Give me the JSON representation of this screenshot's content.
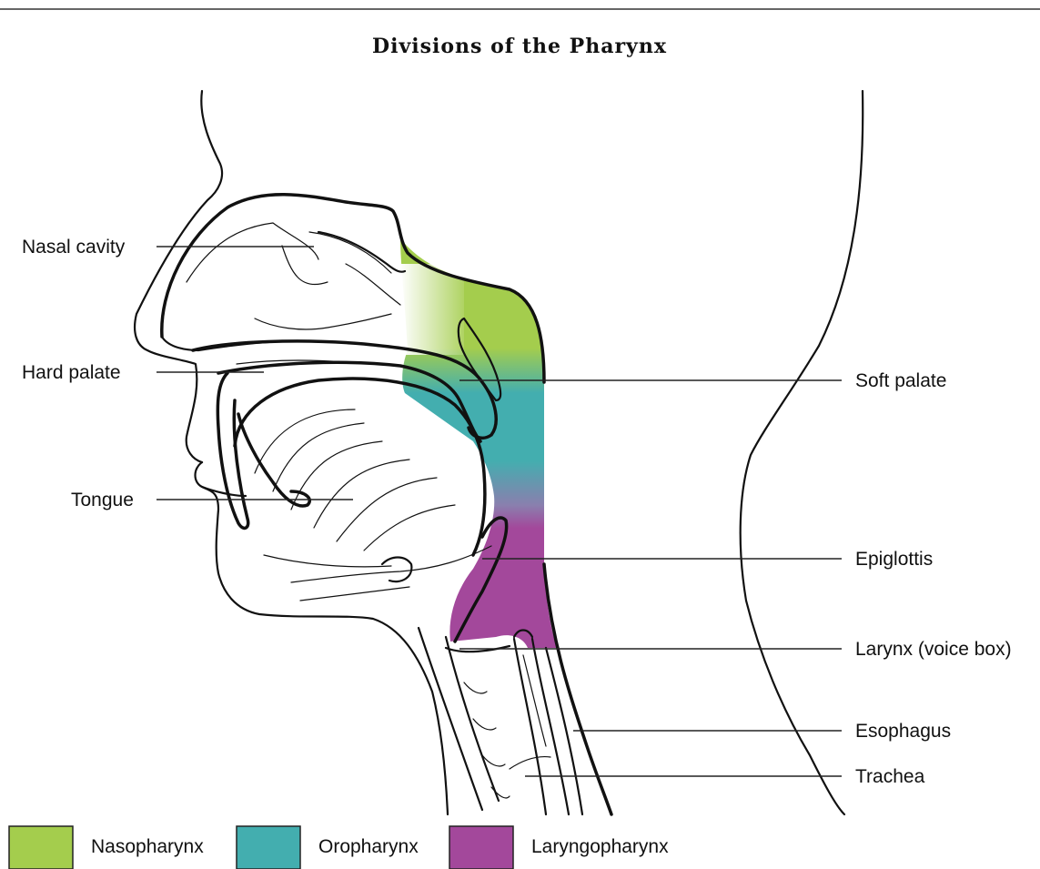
{
  "title": "Divisions of the Pharynx",
  "labels": {
    "nasal_cavity": "Nasal cavity",
    "hard_palate": "Hard palate",
    "tongue": "Tongue",
    "soft_palate": "Soft palate",
    "epiglottis": "Epiglottis",
    "larynx": "Larynx (voice box)",
    "esophagus": "Esophagus",
    "trachea": "Trachea"
  },
  "legend": [
    {
      "label": "Nasopharynx",
      "color": "#a4cd4d"
    },
    {
      "label": "Oropharynx",
      "color": "#43aeaf"
    },
    {
      "label": "Laryngopharynx",
      "color": "#a3489b"
    }
  ]
}
